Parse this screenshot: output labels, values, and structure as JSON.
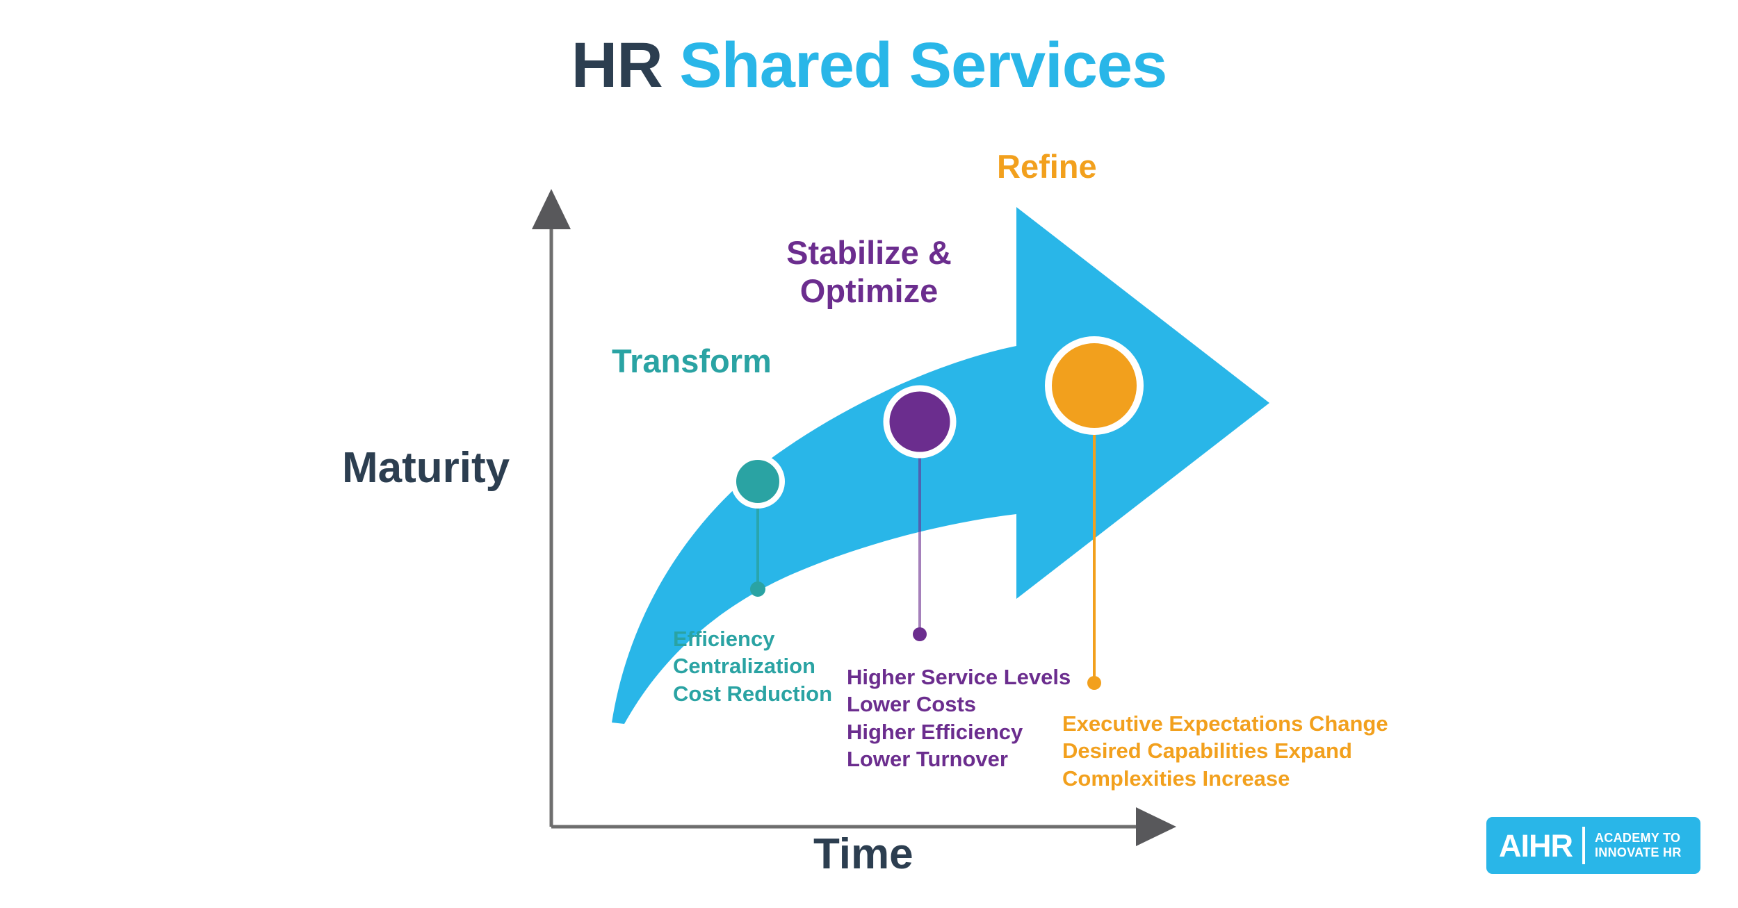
{
  "title": {
    "part_dark": "HR ",
    "part_blue": "Shared Services"
  },
  "axes": {
    "y_label": "Maturity",
    "x_label": "Time"
  },
  "colors": {
    "title_dark": "#2C3E50",
    "title_blue": "#29B6E8",
    "arrow_blue": "#29B6E8",
    "teal": "#2AA3A3",
    "purple": "#6B2D8E",
    "orange": "#F2A01D",
    "axis_gray": "#6E6E6E",
    "background": "#FFFFFF"
  },
  "stages": [
    {
      "label": "Transform",
      "color": "#2AA3A3",
      "bullets": [
        "Efficiency",
        "Centralization",
        "Cost Reduction"
      ]
    },
    {
      "label_line1": "Stabilize &",
      "label_line2": "Optimize",
      "color": "#6B2D8E",
      "bullets": [
        "Higher Service Levels",
        "Lower Costs",
        "Higher Efficiency",
        "Lower Turnover"
      ]
    },
    {
      "label": "Refine",
      "color": "#F2A01D",
      "bullets": [
        "Executive Expectations Change",
        "Desired Capabilities Expand",
        "Complexities Increase"
      ]
    }
  ],
  "logo": {
    "mark": "AIHR",
    "tagline_line1": "ACADEMY TO",
    "tagline_line2": "INNOVATE HR"
  }
}
